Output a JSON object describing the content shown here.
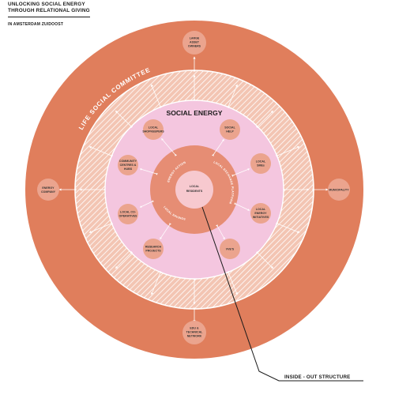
{
  "header": {
    "title_line1": "UNLOCKING SOCIAL ENERGY",
    "title_line2": "THROUGH RELATIONAL GIVING",
    "subtitle": "IN AMSTERDAM ZUIDOOST"
  },
  "diagram": {
    "committee_label": "LIFE SOCIAL COMMITTEE",
    "social_energy_label": "SOCIAL ENERGY",
    "center_label_line1": "LOCAL",
    "center_label_line2": "RESIDENTS",
    "ring_arc_top_right": "LOCAL EXCHANGE PLATFORM",
    "ring_arc_top_left": "ENERGY ACTIONS",
    "ring_arc_bottom": "LOCAL SAVINGS",
    "structure_label": "INSIDE - OUT STRUCTURE",
    "outer_nodes": {
      "top": [
        "LARGE",
        "ASSET",
        "OWNERS"
      ],
      "left": [
        "ENERGY",
        "COMPANY"
      ],
      "right": [
        "MUNICIPALITY"
      ],
      "bottom": [
        "EDU &",
        "TECHNICAL",
        "NETWORK"
      ]
    },
    "inner_nodes": {
      "local_shopkeepers": [
        "LOCAL",
        "SHOPKEEPERS"
      ],
      "local_smes": [
        "LOCAL",
        "SMEs"
      ],
      "community_centres": [
        "COMMUNITY",
        "CENTRES &",
        "HUBS"
      ],
      "local_co_operatives": [
        "LOCAL CO-",
        "OPERATIVES"
      ],
      "research_projects": [
        "RESEARCH",
        "PROJECTS"
      ],
      "social_help": [
        "SOCIAL",
        "HELP"
      ],
      "local_energy_initiatives": [
        "LOCAL",
        "ENERGY",
        "INITIATIVES"
      ],
      "vve": [
        "VVE'S"
      ]
    },
    "colors": {
      "outer": "#e07e5c",
      "hatch_light": "#f3c5b3",
      "pink": "#f4c6df",
      "ring": "#e68d74",
      "center": "#f7c9cf",
      "node": "#eba48e"
    }
  }
}
